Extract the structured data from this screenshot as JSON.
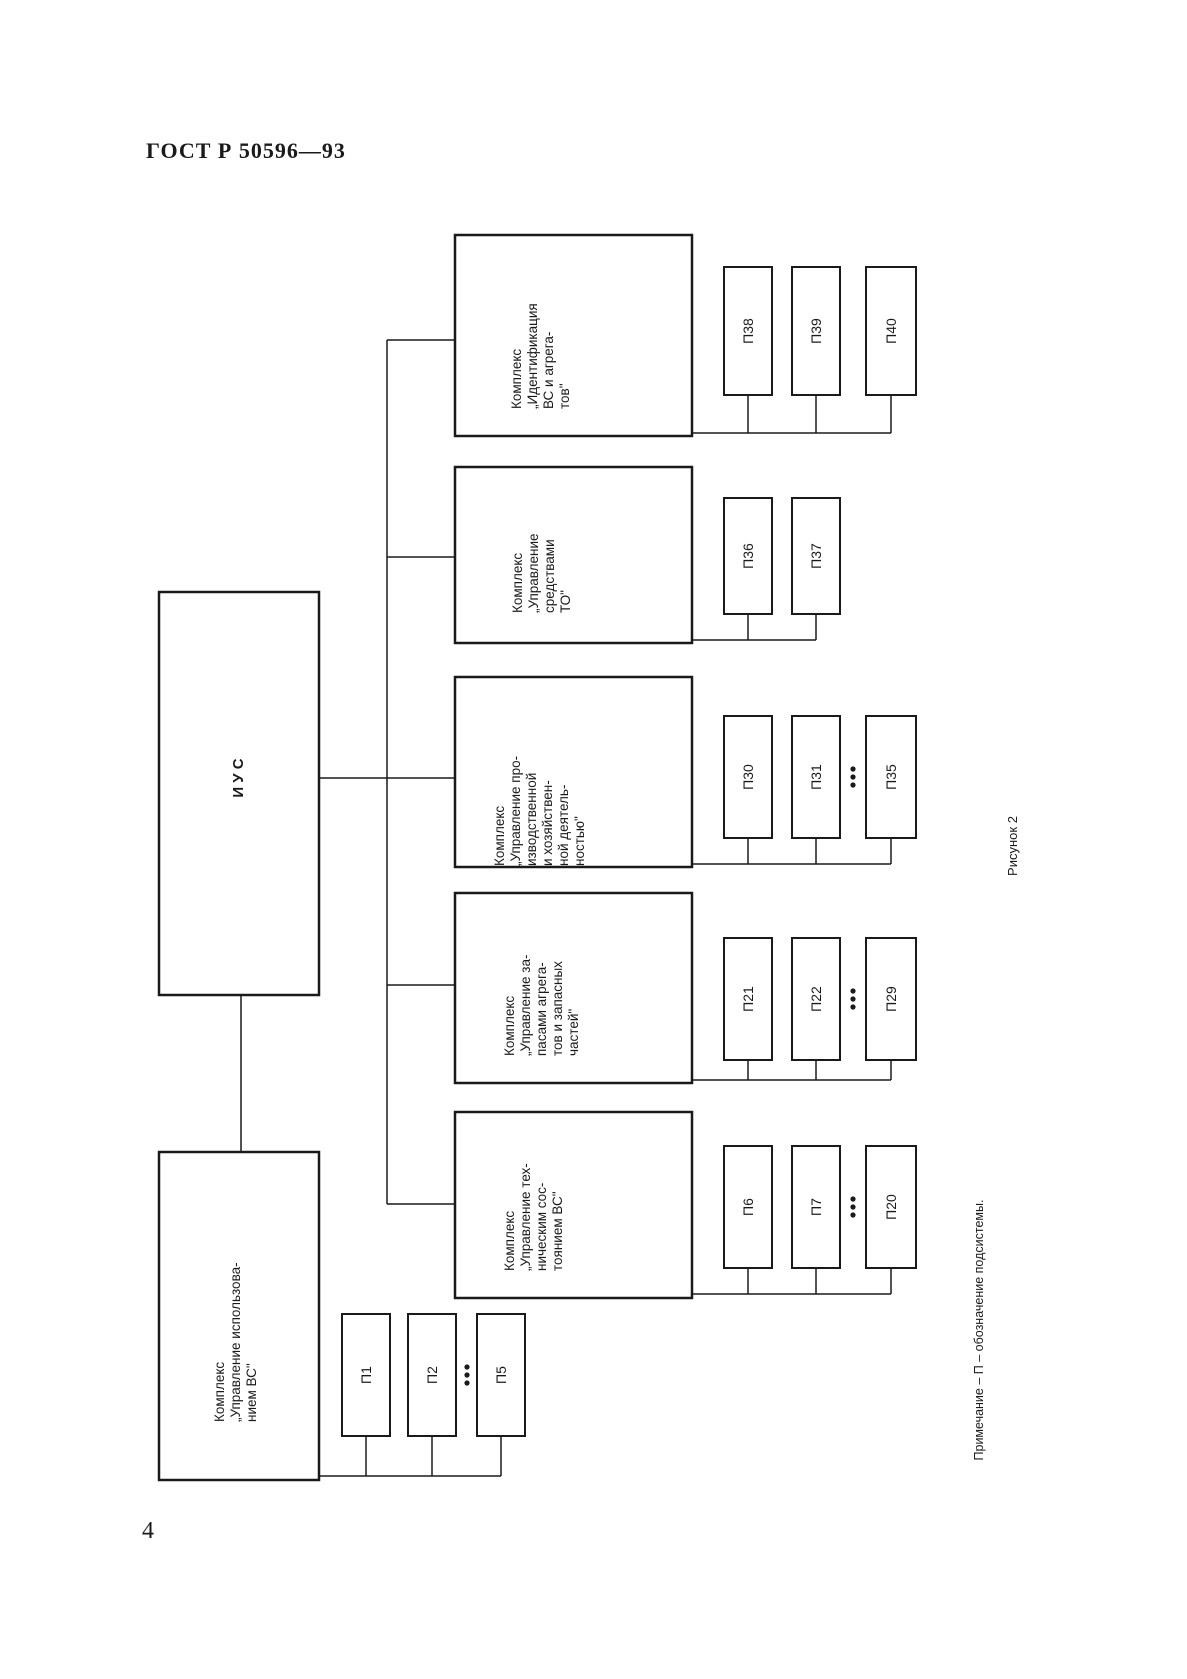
{
  "header": {
    "doc_id": "ГОСТ Р 50596—93"
  },
  "page_number": "4",
  "root": {
    "label": "И У С"
  },
  "usage_complex": {
    "label": "Комплекс\n„Управление использова-\nнием ВС\"",
    "subsystems": [
      "П1",
      "П2",
      "П5"
    ]
  },
  "complexes": [
    {
      "label": "Комплекс\n„Управление тех-\nническим сос-\nтоянием ВС\"",
      "subsystems": [
        "П6",
        "П7",
        "П20"
      ]
    },
    {
      "label": "Комплекс\n„Управление за-\nпасами агрега-\nтов и запасных\nчастей\"",
      "subsystems": [
        "П21",
        "П22",
        "П29"
      ]
    },
    {
      "label": "Комплекс\n„Управление про-\nизводственной\nи хозяйствен-\nной деятель-\nностью\"",
      "subsystems": [
        "П30",
        "П31",
        "П35"
      ]
    },
    {
      "label": "Комплекс\n„Управление\nсредствами\nТО\"",
      "subsystems": [
        "П36",
        "П37"
      ]
    },
    {
      "label": "Комплекс\n„Идентификация\nВС и агрега-\nтов\"",
      "subsystems": [
        "П38",
        "П39",
        "П40"
      ]
    }
  ],
  "figure_caption": "Рисунок 2",
  "note": "Примечание – П – обозначение подсистемы."
}
